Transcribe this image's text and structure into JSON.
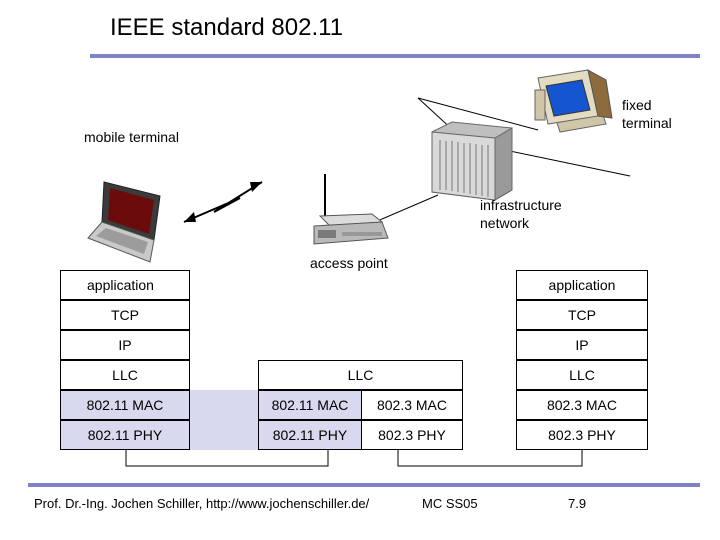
{
  "title": "IEEE standard 802.11",
  "labels": {
    "fixed_terminal": "fixed\nterminal",
    "mobile_terminal": "mobile terminal",
    "infrastructure_network": "infrastructure\nnetwork",
    "access_point": "access point"
  },
  "stacks": {
    "left": [
      "application",
      "TCP",
      "IP",
      "LLC",
      "802.11 MAC",
      "802.11 PHY"
    ],
    "middle": {
      "llc": "LLC",
      "mac_left": "802.11 MAC",
      "mac_right": "802.3 MAC",
      "phy_left": "802.11 PHY",
      "phy_right": "802.3 PHY"
    },
    "right": [
      "application",
      "TCP",
      "IP",
      "LLC",
      "802.3 MAC",
      "802.3 PHY"
    ]
  },
  "footer": {
    "author": "Prof. Dr.-Ing. Jochen Schiller, http://www.jochenschiller.de/",
    "course": "MC SS05",
    "page": "7.9"
  },
  "icons": [
    "laptop-icon",
    "desktop-computer-icon",
    "server-rack-icon",
    "access-point-icon",
    "wireless-link-icon"
  ]
}
